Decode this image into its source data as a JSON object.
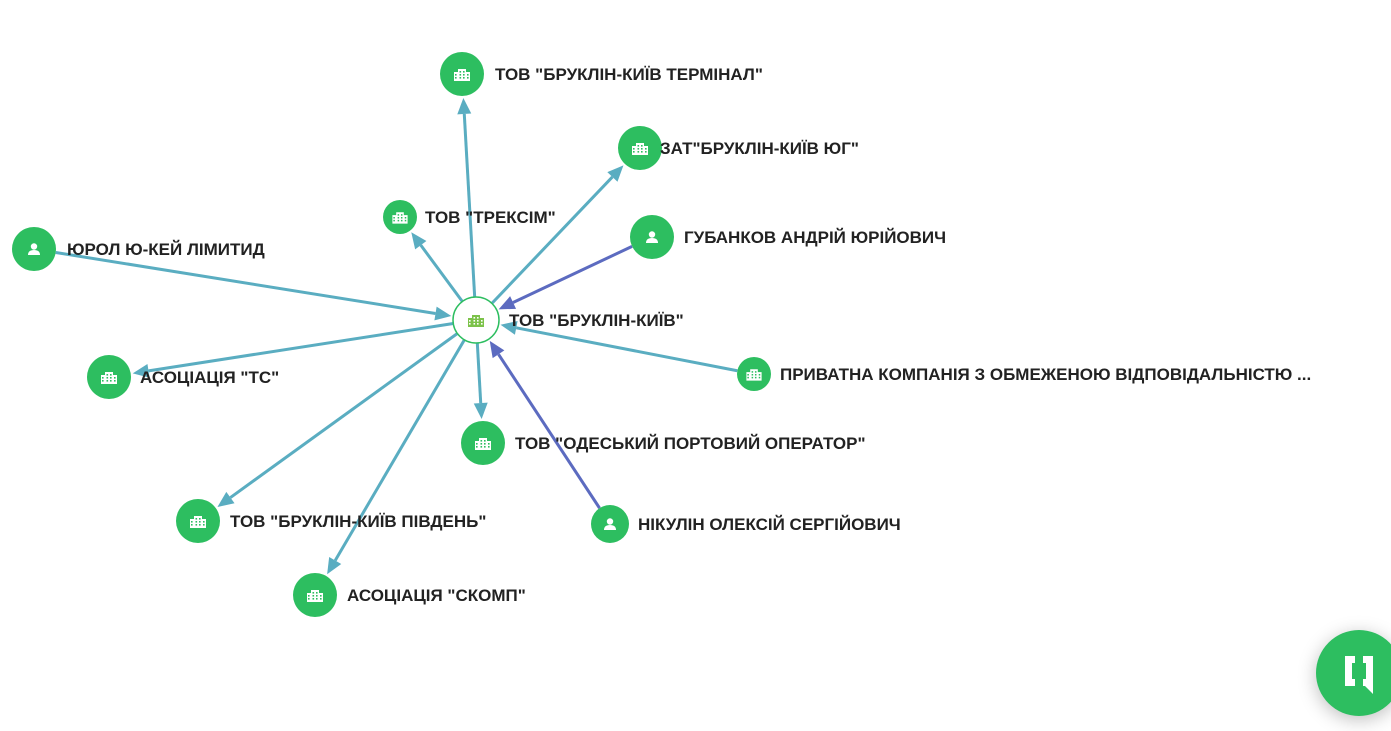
{
  "colors": {
    "node": "#2dbe60",
    "edge_default": "#5aadc1",
    "edge_person": "#5c6bc0",
    "center_icon": "#7cc24a"
  },
  "center": {
    "id": "center",
    "type": "company",
    "label": "ТОВ \"БРУКЛІН-КИЇВ\""
  },
  "nodes": [
    {
      "id": "terminal",
      "type": "company",
      "label": "ТОВ \"БРУКЛІН-КИЇВ ТЕРМІНАЛ\""
    },
    {
      "id": "yug",
      "type": "company",
      "label": "ЗАТ\"БРУКЛІН-КИЇВ ЮГ\""
    },
    {
      "id": "treksim",
      "type": "company",
      "label": "ТОВ \"ТРЕКСІМ\""
    },
    {
      "id": "hubankov",
      "type": "person",
      "label": "ГУБАНКОВ АНДРІЙ ЮРІЙОВИЧ"
    },
    {
      "id": "yurol",
      "type": "person",
      "label": "ЮРОЛ Ю-КЕЙ ЛІМИТИД"
    },
    {
      "id": "tc",
      "type": "company",
      "label": "АСОЦІАЦІЯ \"ТС\""
    },
    {
      "id": "private",
      "type": "company",
      "label": "ПРИВАТНА КОМПАНІЯ З ОБМЕЖЕНОЮ ВІДПОВІДАЛЬНІСТЮ ..."
    },
    {
      "id": "odesa",
      "type": "company",
      "label": "ТОВ \"ОДЕСЬКИЙ ПОРТОВИЙ ОПЕРАТОР\""
    },
    {
      "id": "pivden",
      "type": "company",
      "label": "ТОВ \"БРУКЛІН-КИЇВ ПІВДЕНЬ\""
    },
    {
      "id": "nikulin",
      "type": "person",
      "label": "НІКУЛІН ОЛЕКСІЙ СЕРГІЙОВИЧ"
    },
    {
      "id": "skomp",
      "type": "company",
      "label": "АСОЦІАЦІЯ \"СКОМП\""
    }
  ],
  "edges": [
    {
      "from": "center",
      "to": "terminal",
      "kind": "default"
    },
    {
      "from": "center",
      "to": "yug",
      "kind": "default"
    },
    {
      "from": "center",
      "to": "treksim",
      "kind": "default"
    },
    {
      "from": "hubankov",
      "to": "center",
      "kind": "person"
    },
    {
      "from": "yurol",
      "to": "center",
      "kind": "default"
    },
    {
      "from": "center",
      "to": "tc",
      "kind": "default"
    },
    {
      "from": "private",
      "to": "center",
      "kind": "default"
    },
    {
      "from": "center",
      "to": "odesa",
      "kind": "default"
    },
    {
      "from": "center",
      "to": "pivden",
      "kind": "default"
    },
    {
      "from": "nikulin",
      "to": "center",
      "kind": "person"
    },
    {
      "from": "center",
      "to": "skomp",
      "kind": "default"
    }
  ],
  "chat_button": {
    "icon": "chat-bracket-icon"
  }
}
